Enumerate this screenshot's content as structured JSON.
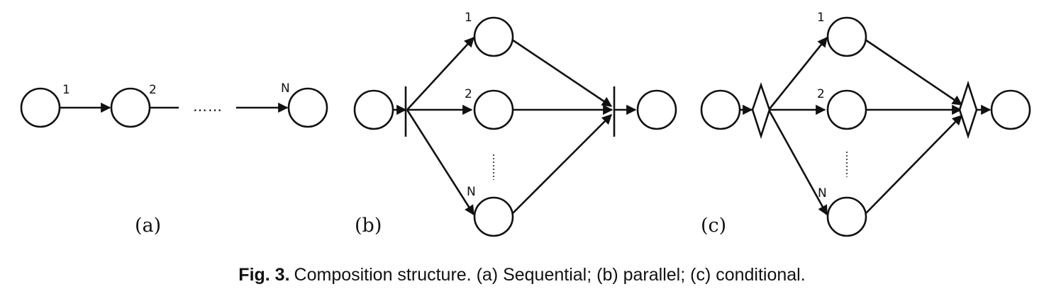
{
  "panels": [
    {
      "id": "a",
      "sublabel": "(a)",
      "edge_labels": [
        "1",
        "2",
        "N"
      ],
      "ellipsis": "……"
    },
    {
      "id": "b",
      "sublabel": "(b)",
      "branch_labels": [
        "1",
        "2",
        "N"
      ]
    },
    {
      "id": "c",
      "sublabel": "(c)",
      "branch_labels": [
        "1",
        "2",
        "N"
      ]
    }
  ],
  "caption": {
    "fig_label": "Fig. 3.",
    "text": "Composition structure. (a) Sequential; (b) parallel; (c) conditional."
  }
}
